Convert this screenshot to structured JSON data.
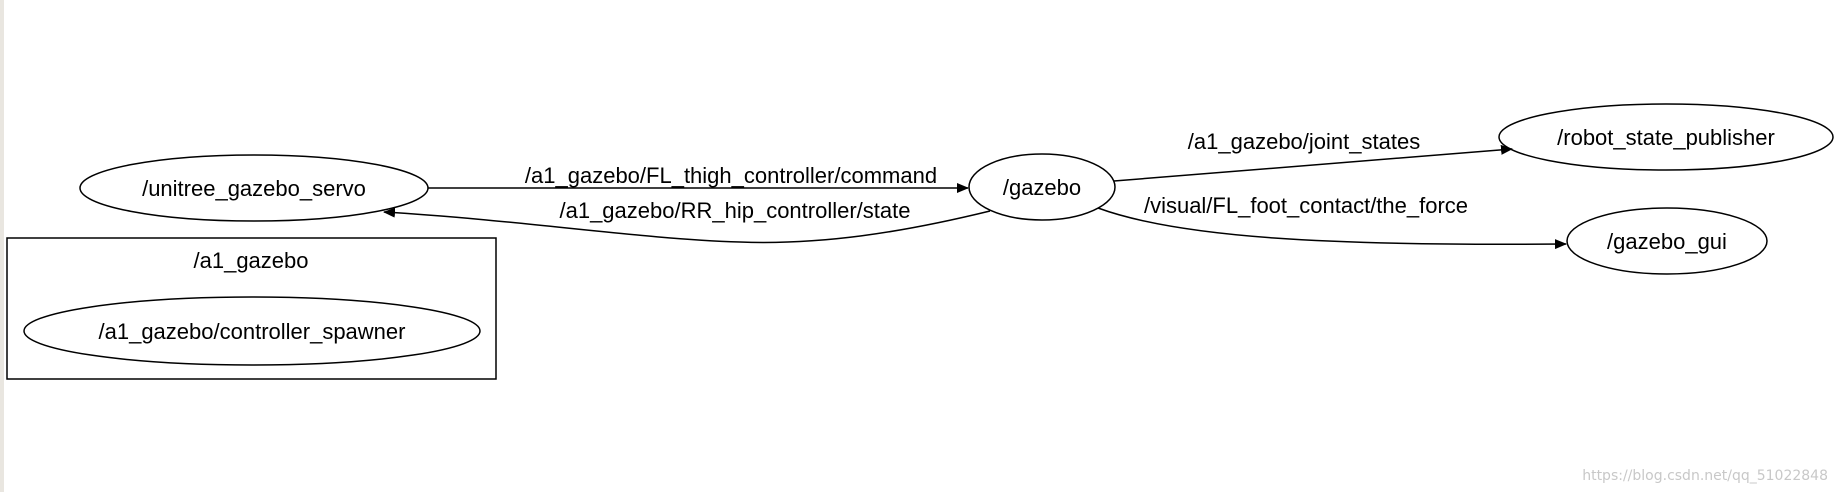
{
  "colors": {
    "background": "#ffffff",
    "stroke": "#000000",
    "watermark": "#c8c8c8"
  },
  "nodes": {
    "unitree_gazebo_servo": "/unitree_gazebo_servo",
    "gazebo": "/gazebo",
    "robot_state_publisher": "/robot_state_publisher",
    "gazebo_gui": "/gazebo_gui",
    "controller_spawner": "/a1_gazebo/controller_spawner"
  },
  "clusters": {
    "a1_gazebo": "/a1_gazebo"
  },
  "edges": {
    "fl_thigh_command": "/a1_gazebo/FL_thigh_controller/command",
    "rr_hip_state": "/a1_gazebo/RR_hip_controller/state",
    "joint_states": "/a1_gazebo/joint_states",
    "foot_contact_force": "/visual/FL_foot_contact/the_force"
  },
  "watermark": "https://blog.csdn.net/qq_51022848"
}
